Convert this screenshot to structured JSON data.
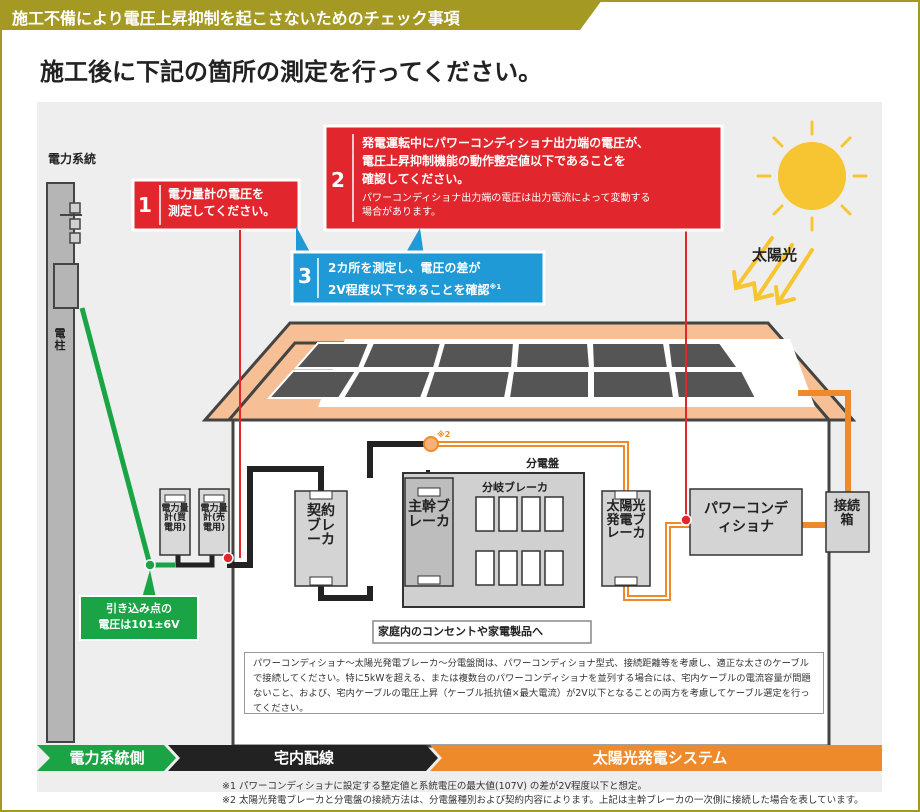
{
  "header": {
    "banner": "施工不備により電圧上昇抑制を起こさないためのチェック事項",
    "title": "施工後に下記の箇所の測定を行ってください。"
  },
  "labels": {
    "grid": "電力系統",
    "pole": "電柱",
    "sun": "太陽光",
    "meter_buy": "電力量計(買電用)",
    "meter_sell": "電力量計(売電用)",
    "contract_breaker": "契約ブレーカ",
    "main_breaker": "主幹ブレーカ",
    "branch_breaker": "分岐ブレーカ",
    "distribution_board": "分電盤",
    "pv_breaker": "太陽光発電ブレーカ",
    "power_conditioner": "パワーコンディショナ",
    "junction_box": "接続箱",
    "home_outlets": "家庭内のコンセントや家電製品へ",
    "note_mark_2": "※2"
  },
  "callouts": {
    "c1": {
      "num": "1",
      "lines": [
        "電力量計の電圧を",
        "測定してください。"
      ]
    },
    "c2": {
      "num": "2",
      "lines": [
        "発電運転中にパワーコンディショナ出力端の電圧が、",
        "電圧上昇抑制機能の動作整定値以下であることを",
        "確認してください。"
      ],
      "sub": [
        "パワーコンディショナ出力端の電圧は出力電流によって変動する",
        "場合があります。"
      ]
    },
    "c3": {
      "num": "3",
      "lines": [
        "2カ所を測定し、電圧の差が",
        "2V程度以下であることを確認"
      ],
      "mark": "※1"
    },
    "entry": {
      "lines": [
        "引き込み点の",
        "電圧は101±6V"
      ]
    }
  },
  "note": {
    "text": "パワーコンディショナ～太陽光発電ブレーカ～分電盤間は、パワーコンディショナ型式、接続距離等を考慮し、適正な太さのケーブルで接続してください。特に5kWを超える、または複数台のパワーコンディショナを並列する場合には、宅内ケーブルの電流容量が問題ないこと、および、宅内ケーブルの電圧上昇（ケーブル抵抗値×最大電流）が2V以下となることの両方を考慮してケーブル選定を行ってください。"
  },
  "sections": {
    "grid_side": "電力系統側",
    "indoor": "宅内配線",
    "pv_system": "太陽光発電システム"
  },
  "footnotes": [
    "※1 パワーコンディショナに設定する整定値と系統電圧の最大値(107V) の差が2V程度以下と想定。",
    "※2 太陽光発電ブレーカと分電盤の接続方法は、分電盤種別および契約内容によります。上記は主幹ブレーカの一次側に接続した場合を表しています。"
  ],
  "colors": {
    "banner": "#a49a23",
    "red": "#e2262d",
    "blue": "#1f9ad6",
    "green": "#1aa446",
    "orange": "#ef8a2b",
    "panel_bg": "#eeeeee",
    "solar_cell": "#555555"
  }
}
